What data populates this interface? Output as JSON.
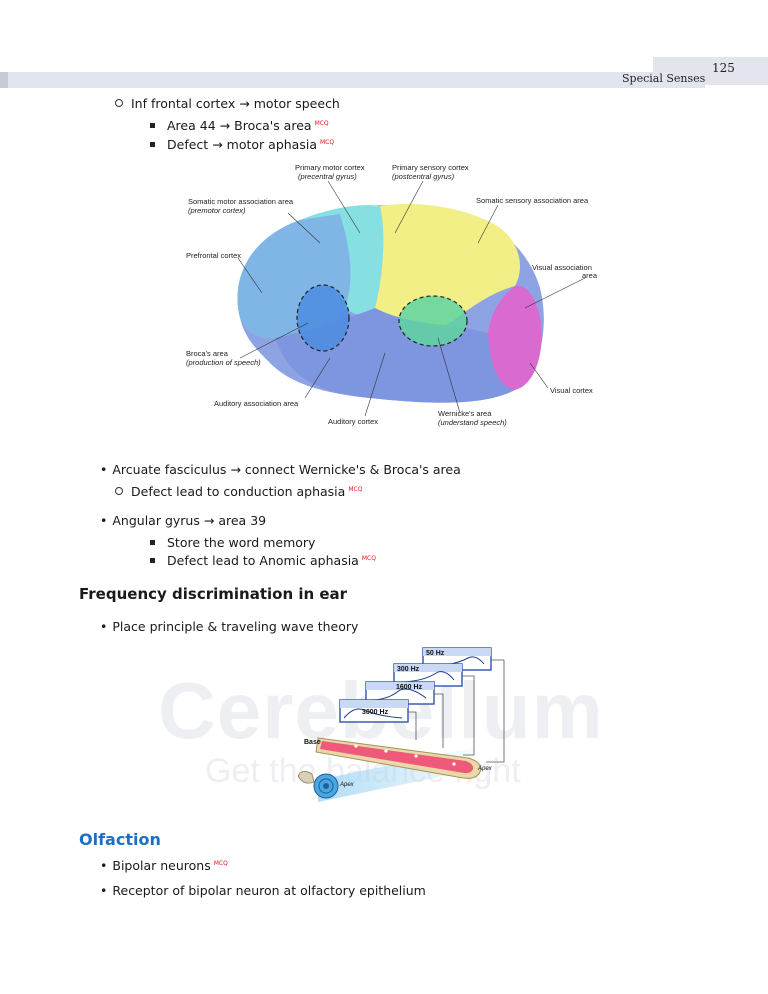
{
  "header": {
    "page_number": "125",
    "section": "Special Senses"
  },
  "mcq_tag": "MCQ",
  "arrow": "→",
  "bullet": "•",
  "speech": {
    "inf_frontal": {
      "left": "Inf frontal cortex",
      "right": "motor speech"
    },
    "area44": {
      "left": "Area 44",
      "right": "Broca's area"
    },
    "defect": {
      "left": "Defect",
      "right": "motor aphasia"
    }
  },
  "brain_figure": {
    "labels": {
      "primary_motor": "Primary motor cortex",
      "primary_motor_sub": "(precentral gyrus)",
      "primary_sensory": "Primary sensory cortex",
      "primary_sensory_sub": "(postcentral gyrus)",
      "somatic_motor": "Somatic motor association area",
      "somatic_motor_sub": "(premotor cortex)",
      "somatic_sensory": "Somatic sensory association area",
      "prefrontal": "Prefrontal cortex",
      "visual_assoc": "Visual association",
      "visual_assoc_2": "area",
      "broca": "Broca's area",
      "broca_sub": "(production of speech)",
      "visual_cortex": "Visual cortex",
      "auditory_assoc": "Auditory association area",
      "auditory_cortex": "Auditory cortex",
      "wernicke": "Wernicke's area",
      "wernicke_sub": "(understand speech)"
    },
    "colors": {
      "frontal": "#7fb6e6",
      "premotor": "#86dfe0",
      "parietal": "#f1ef86",
      "temporal": "#7e95df",
      "occipital": "#d86ad0",
      "broca_fill": "#4b8de0",
      "wernicke_fill": "#5fd4a0"
    }
  },
  "arcuate": {
    "left": "Arcuate fasciculus",
    "right": "connect Wernicke's & Broca's area",
    "sub": "Defect lead to conduction aphasia"
  },
  "angular": {
    "left": "Angular gyrus",
    "right": "area 39",
    "sub1": "Store the word memory",
    "sub2": "Defect lead to Anomic aphasia"
  },
  "frequency": {
    "heading": "Frequency discrimination in ear",
    "point": "Place principle & traveling wave theory",
    "figure": {
      "freqs": [
        "50 Hz",
        "300 Hz",
        "1600 Hz",
        "3000 Hz"
      ],
      "base": "Base",
      "apex": "Apex",
      "apex2": "Apex"
    }
  },
  "olfaction": {
    "heading": "Olfaction",
    "p1": "Bipolar neurons",
    "p2": "Receptor of bipolar neuron at olfactory epithelium"
  },
  "watermark": {
    "main": "Cerebellum",
    "sub": "Get the balance right"
  }
}
